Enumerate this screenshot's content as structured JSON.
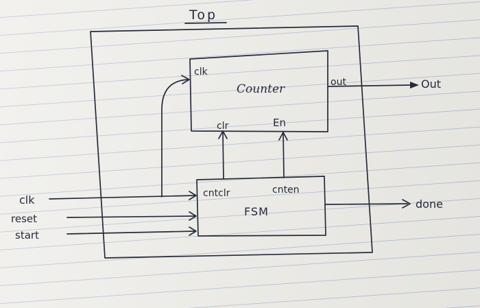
{
  "top_label": "Top",
  "counter": {
    "name": "Counter",
    "ports": {
      "clk": "clk",
      "out": "out",
      "clr": "clr",
      "en": "En"
    }
  },
  "fsm": {
    "name": "FSM",
    "ports": {
      "cntclr": "cntclr",
      "cnten": "cnten"
    }
  },
  "inputs": {
    "clk": "clk",
    "reset": "reset",
    "start": "start"
  },
  "outputs": {
    "out": "Out",
    "done": "done"
  },
  "colors": {
    "ink": "#262a3a",
    "paper": "#eeede8",
    "rule_line": "#b9c3d6"
  }
}
